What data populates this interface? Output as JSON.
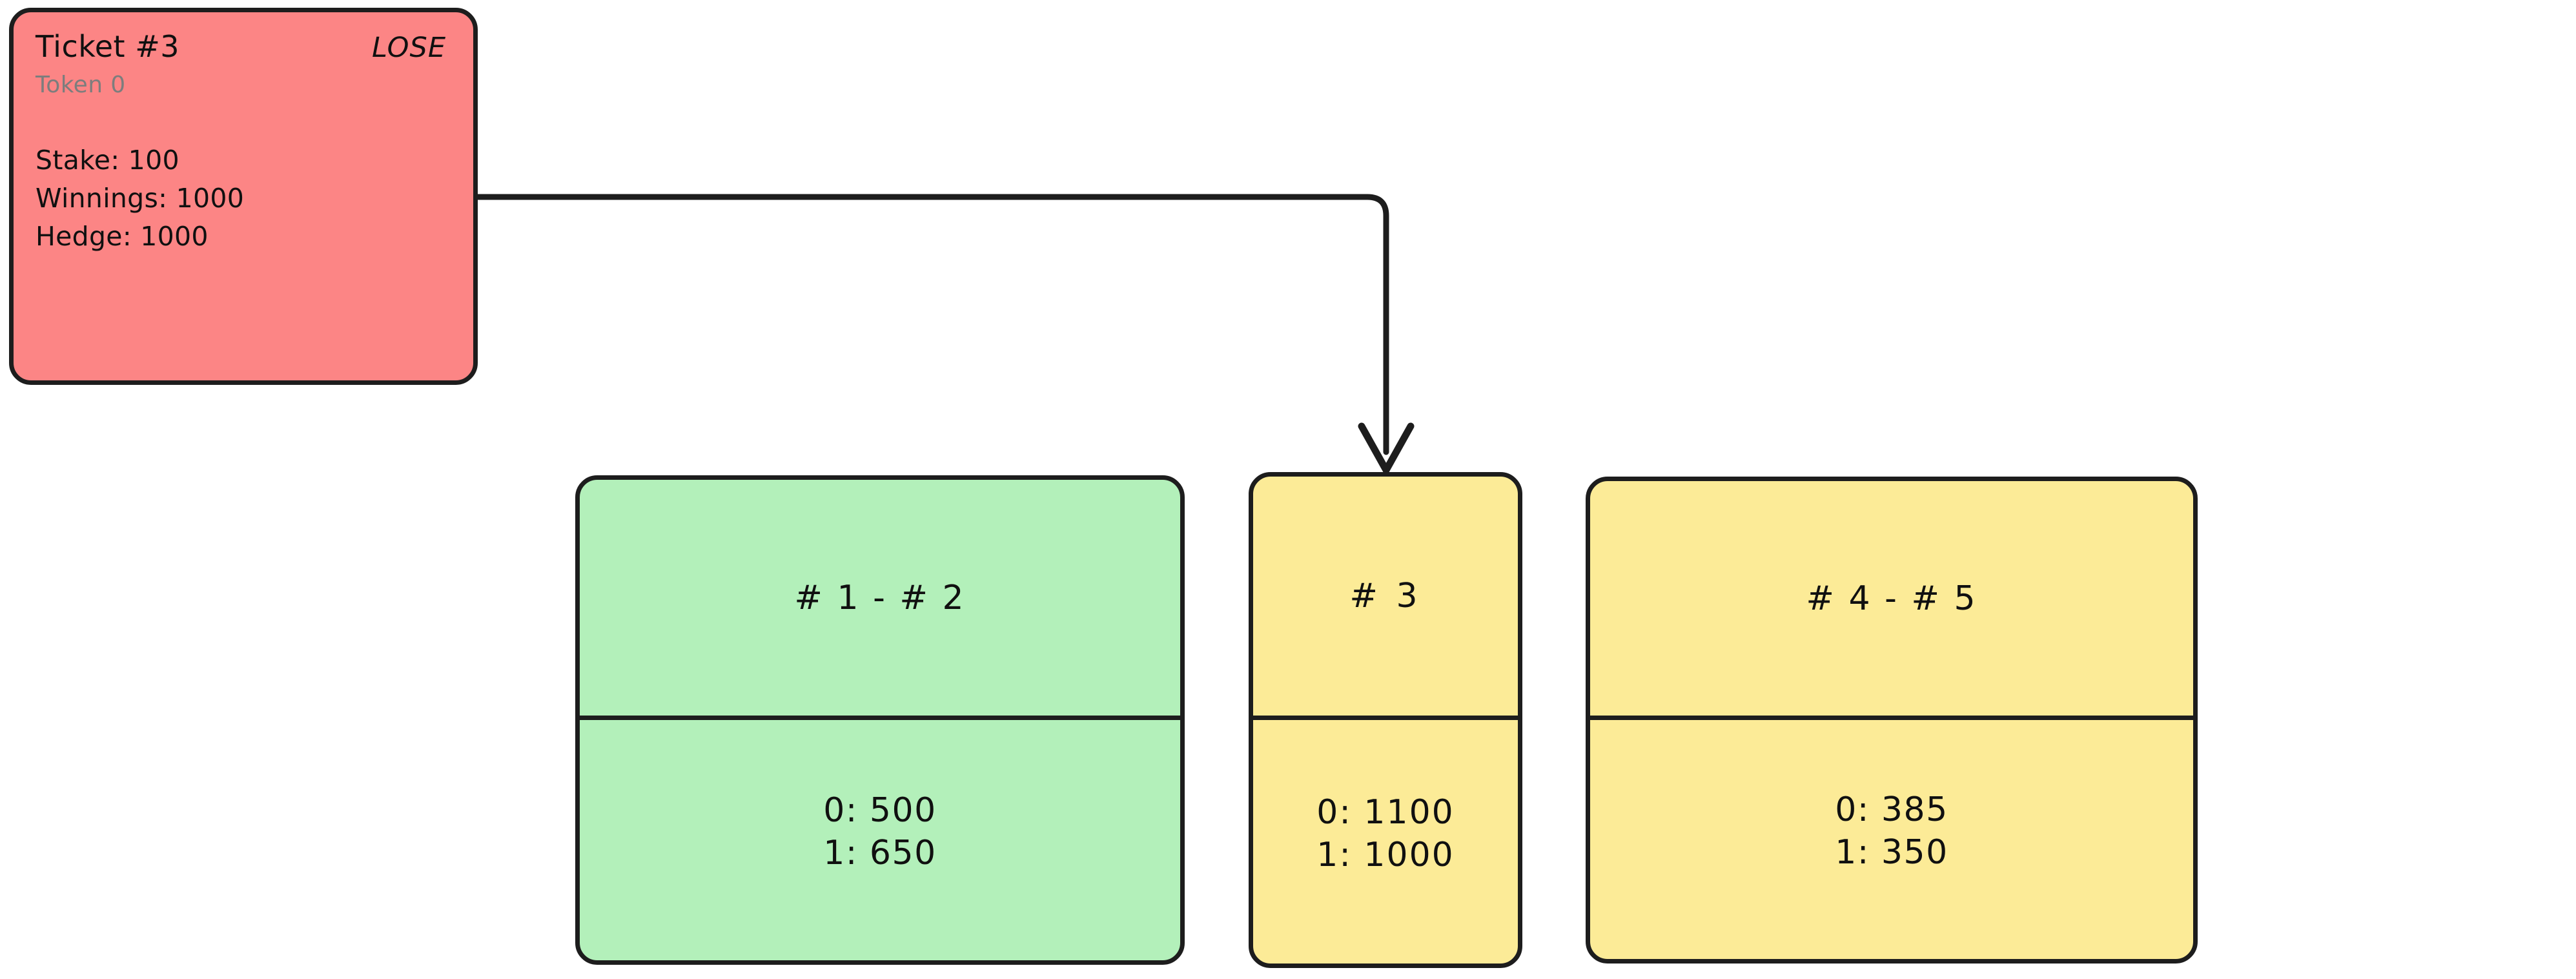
{
  "diagram": {
    "type": "ticket-hedge-bucket-diagram",
    "background_color": "#ffffff",
    "stroke_color": "#1d1d1d"
  },
  "ticket": {
    "title": "Ticket #3",
    "outcome": "LOSE",
    "token": "Token 0",
    "fill_color": "#fc8585",
    "token_color": "#7d7d7d",
    "stats": [
      "Stake: 100",
      "Winnings: 1000",
      "Hedge: 1000"
    ]
  },
  "buckets": [
    {
      "title": "# 1 - # 2",
      "fill_color": "#b3f0ba",
      "lines": [
        "0: 500",
        "1: 650"
      ]
    },
    {
      "title": "# 3",
      "fill_color": "#fceb97",
      "lines": [
        "0: 1100",
        "1: 1000"
      ]
    },
    {
      "title": "# 4 - # 5",
      "fill_color": "#fceb97",
      "lines": [
        "0: 385",
        "1: 350"
      ]
    }
  ],
  "connector": {
    "from": "ticket",
    "to": "bucket-3",
    "arrow": "down-arrowhead"
  }
}
